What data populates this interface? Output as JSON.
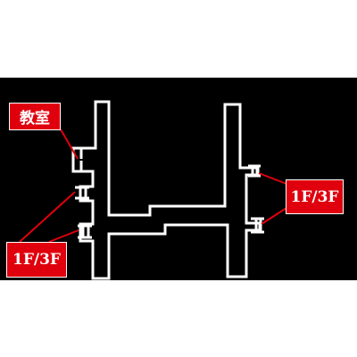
{
  "labels": {
    "classroom": "教室",
    "floor_left": "1F/3F",
    "floor_right": "1F/3F"
  },
  "colors": {
    "background": "#000000",
    "page": "#ffffff",
    "outline": "#ffffff",
    "callout": "#e0000d",
    "callout_text": "#ffffff"
  }
}
